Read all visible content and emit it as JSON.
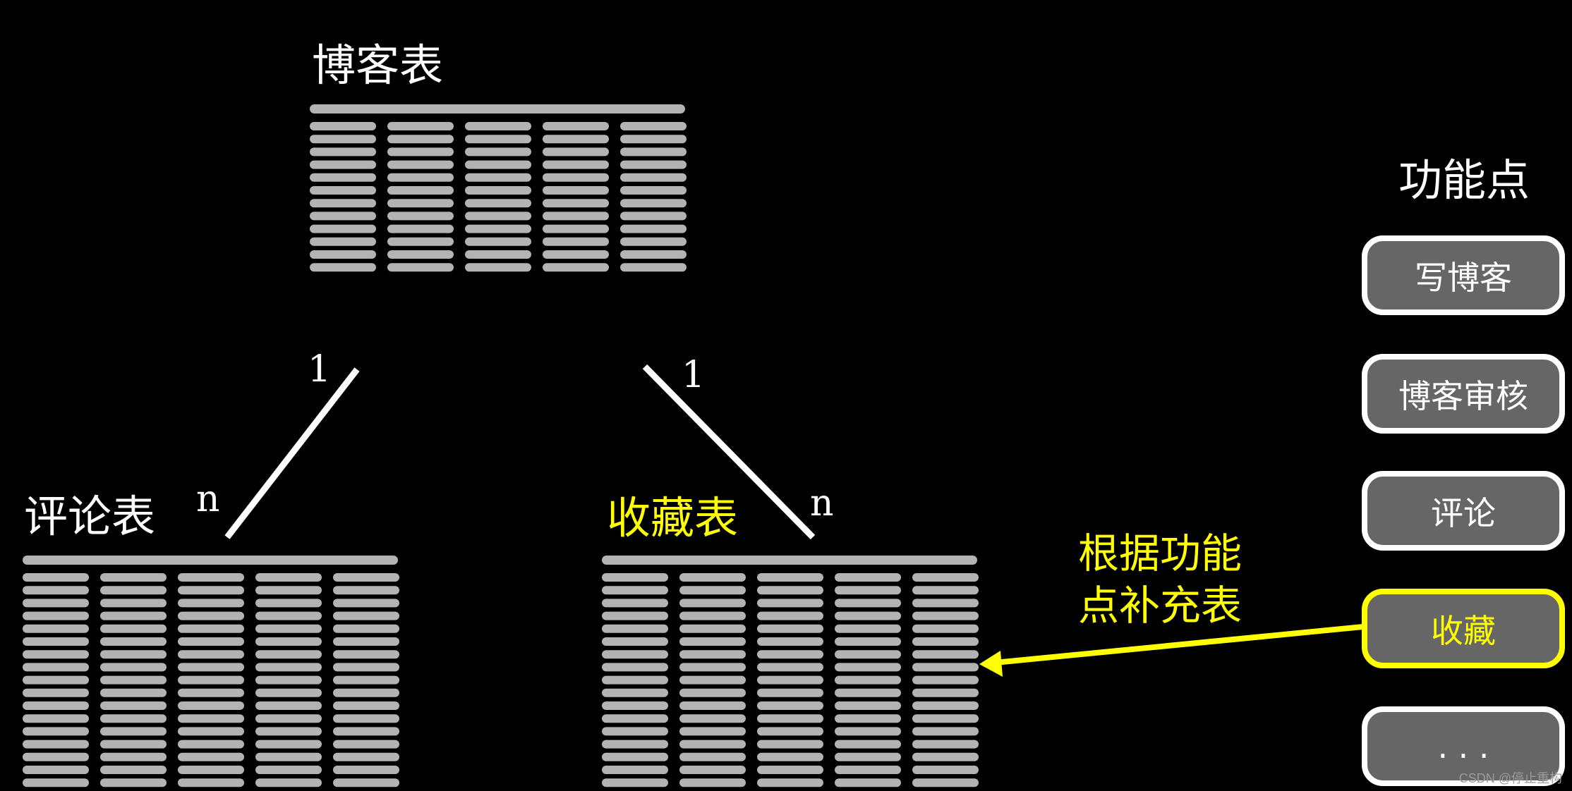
{
  "tables": {
    "blog": {
      "title": "博客表"
    },
    "comment": {
      "title": "评论表"
    },
    "favorite": {
      "title": "收藏表"
    }
  },
  "relations": {
    "blog_comment": {
      "one_label": "1",
      "many_label": "n"
    },
    "blog_favorite": {
      "one_label": "1",
      "many_label": "n"
    }
  },
  "annotation": {
    "line1": "根据功能",
    "line2": "点补充表"
  },
  "function_panel": {
    "title": "功能点",
    "items": [
      {
        "label": "写博客",
        "highlighted": false
      },
      {
        "label": "博客审核",
        "highlighted": false
      },
      {
        "label": "评论",
        "highlighted": false
      },
      {
        "label": "收藏",
        "highlighted": true
      },
      {
        "label": ". . .",
        "highlighted": false
      }
    ]
  },
  "colors": {
    "background": "#000000",
    "bar": "#b3b3b3",
    "highlight": "#ffff00",
    "button_fill": "#666666",
    "button_border": "#ffffff"
  },
  "watermark": "CSDN @停止重构"
}
